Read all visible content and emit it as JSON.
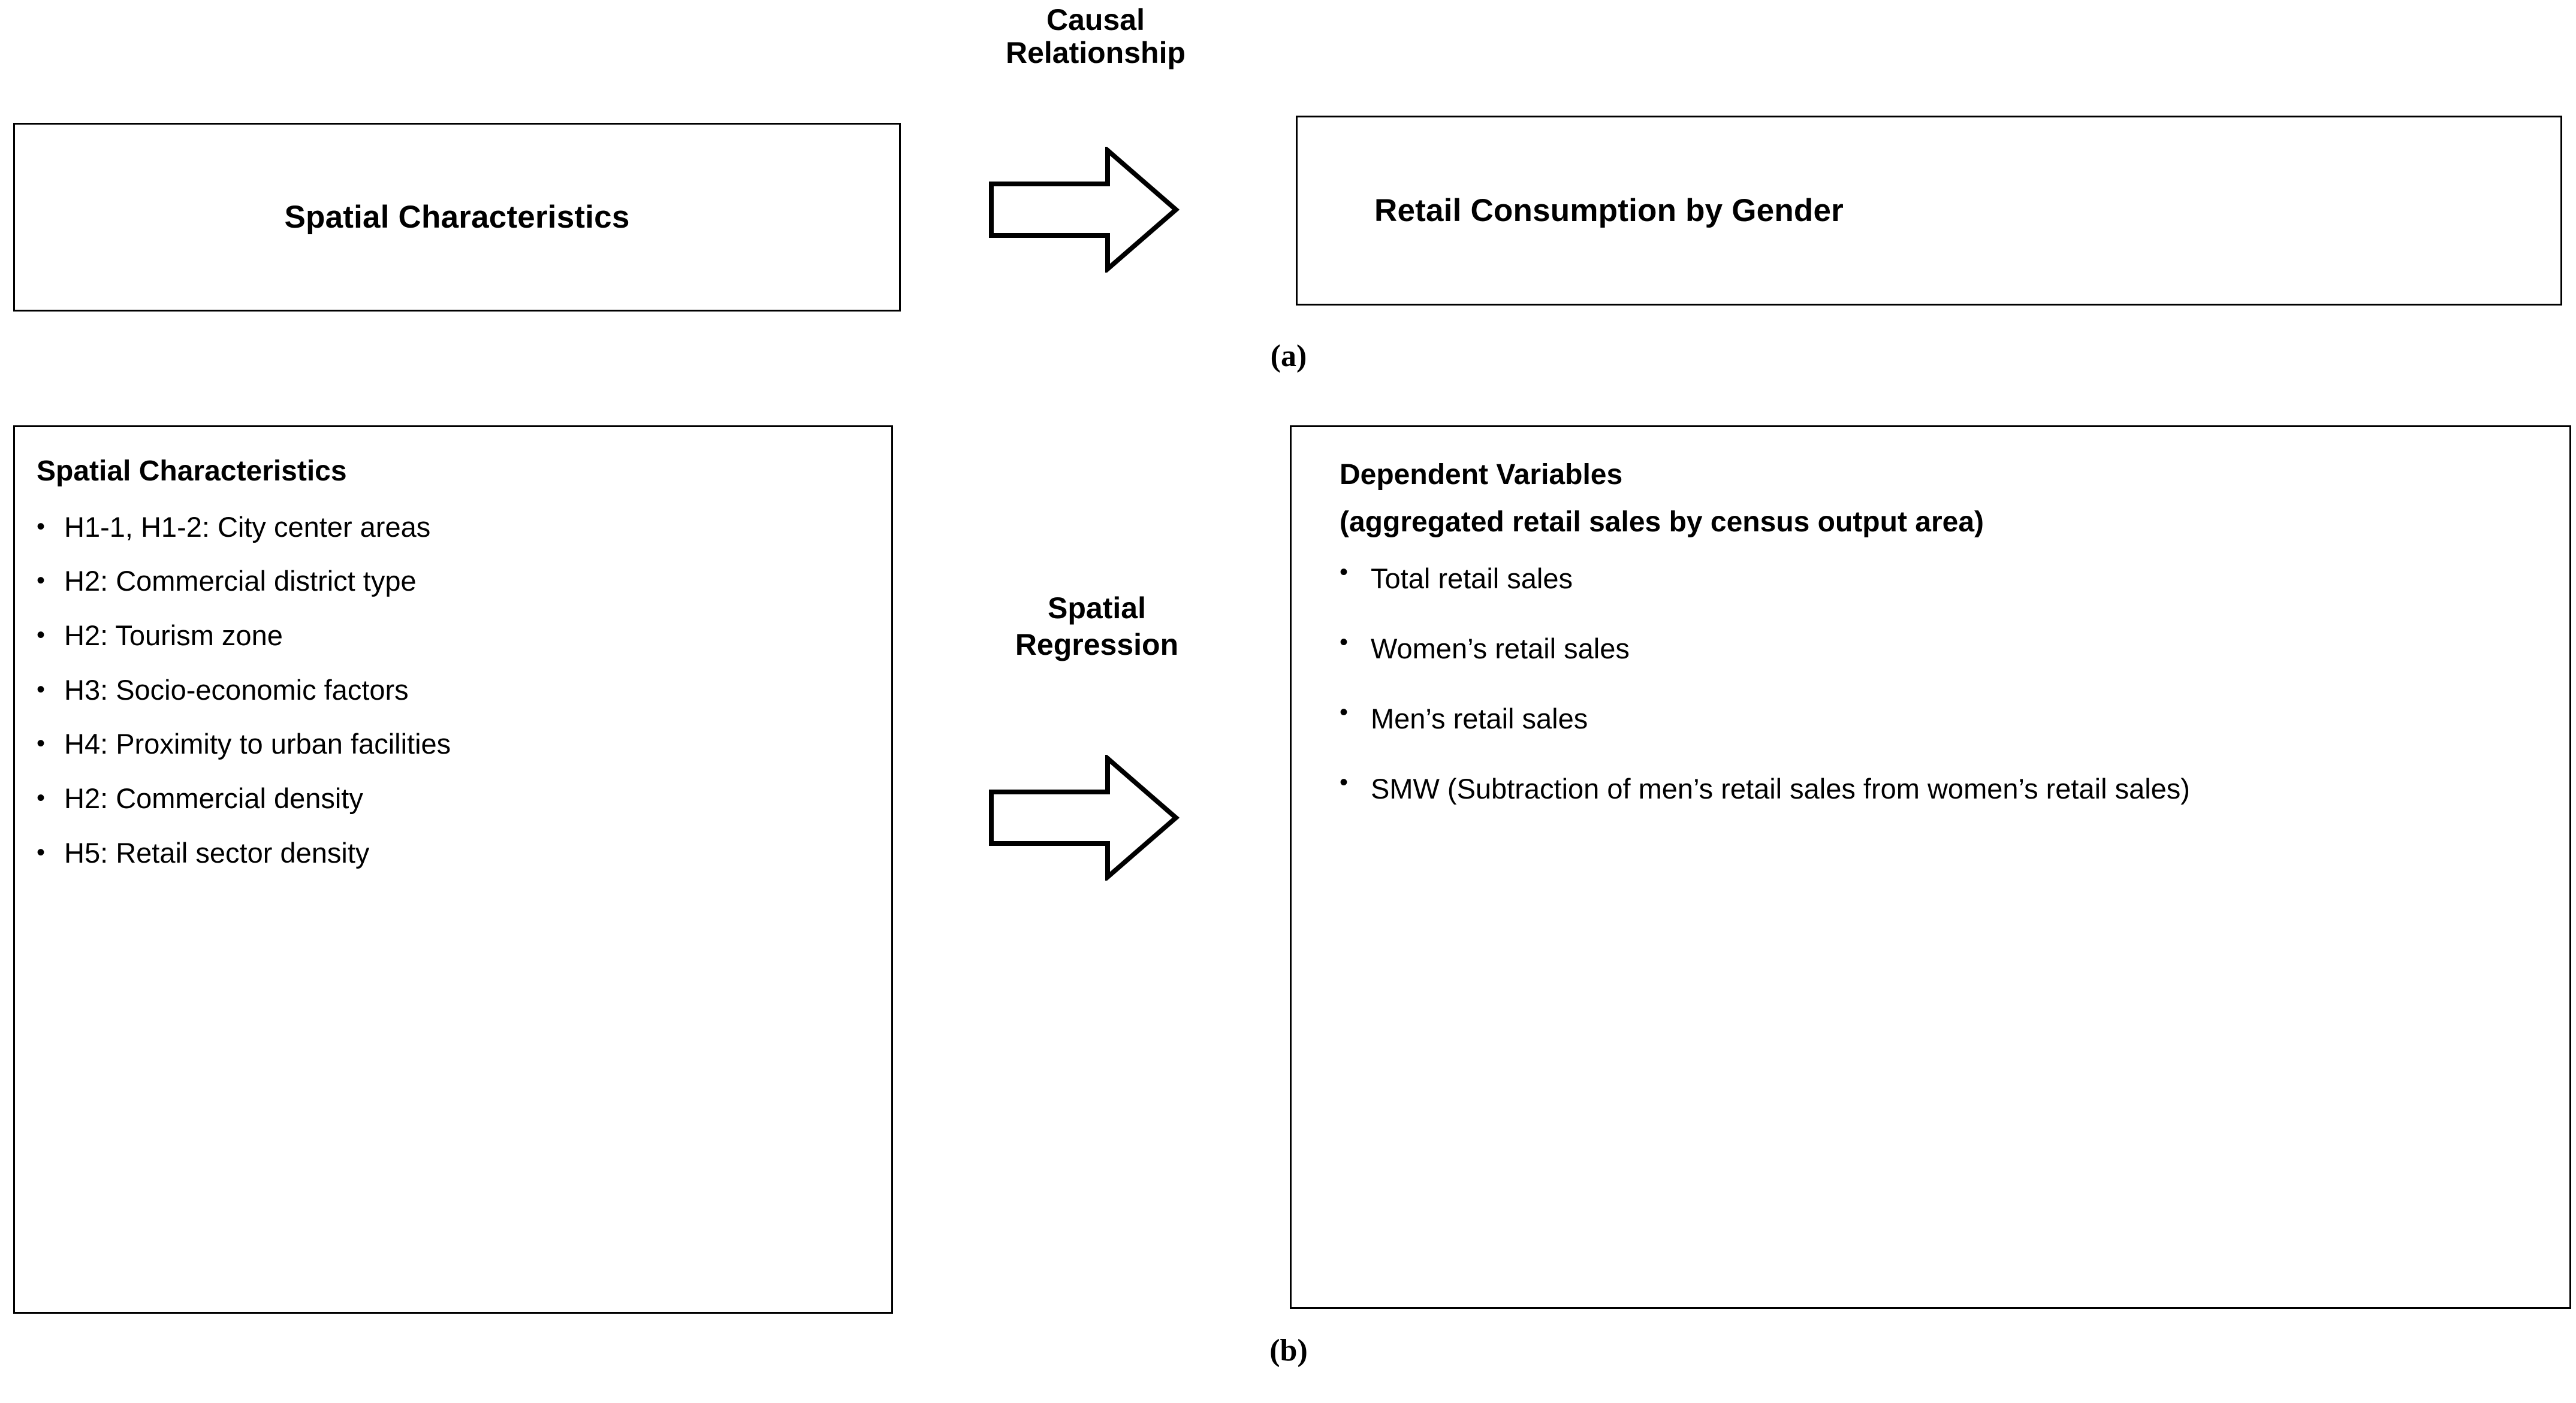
{
  "figure": {
    "panel_a": {
      "caption": "(a)",
      "left_box": {
        "title": "Spatial Characteristics"
      },
      "connector": {
        "label_line_1": "Causal",
        "label_line_2": "Relationship",
        "arrow_icon": "right-block-arrow-icon"
      },
      "right_box": {
        "title": "Retail Consumption by Gender"
      }
    },
    "panel_b": {
      "caption": "(b)",
      "left_box": {
        "heading": "Spatial Characteristics",
        "bullets": [
          "H1-1, H1-2: City center areas",
          "H2: Commercial district type",
          "H2: Tourism zone",
          "H3: Socio-economic factors",
          "H4: Proximity to urban facilities",
          "H2: Commercial density",
          "H5: Retail sector density"
        ]
      },
      "connector": {
        "label_line_1": "Spatial",
        "label_line_2": "Regression",
        "arrow_icon": "right-block-arrow-icon"
      },
      "right_box": {
        "heading_line_1": "Dependent Variables",
        "heading_line_2": "(aggregated retail sales by census output area)",
        "bullets": [
          "Total retail sales",
          "Women’s retail sales",
          "Men’s retail sales",
          "SMW (Subtraction of men’s retail sales from women’s retail sales)"
        ]
      }
    },
    "style": {
      "bullet_glyph": "•",
      "border_color": "#000000",
      "text_color": "#000000",
      "background_color": "#ffffff"
    }
  }
}
